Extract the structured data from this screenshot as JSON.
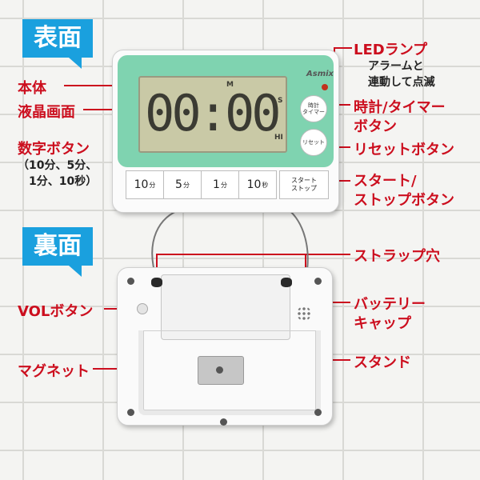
{
  "front": {
    "tag": "表面",
    "brand": "Asmix",
    "lcd": {
      "digits": "00:00",
      "mark_m": "M",
      "mark_s": "S",
      "mark_hi": "HI"
    },
    "buttons": {
      "clock_timer": "時計\nタイマー",
      "reset": "リセット",
      "start_stop": "スタート\nストップ"
    },
    "keys": [
      {
        "num": "10",
        "unit": "分"
      },
      {
        "num": "5",
        "unit": "分"
      },
      {
        "num": "1",
        "unit": "分"
      },
      {
        "num": "10",
        "unit": "秒"
      }
    ],
    "labels": {
      "body": "本体",
      "lcd_screen": "液晶画面",
      "number_buttons": "数字ボタン",
      "number_buttons_sub1": "（10分、5分、",
      "number_buttons_sub2": "1分、10秒）",
      "led_lamp": "LEDランプ",
      "led_sub1": "アラームと",
      "led_sub2": "連動して点滅",
      "clock_timer_btn1": "時計/タイマー",
      "clock_timer_btn2": "ボタン",
      "reset_btn": "リセットボタン",
      "start_stop1": "スタート/",
      "start_stop2": "ストップボタン"
    }
  },
  "back": {
    "tag": "裏面",
    "labels": {
      "strap_hole": "ストラップ穴",
      "vol_button": "VOLボタン",
      "battery_cap1": "バッテリー",
      "battery_cap2": "キャップ",
      "magnet": "マグネット",
      "stand": "スタンド"
    }
  },
  "colors": {
    "tag_blue": "#1aa0de",
    "label_red": "#cc0e1e",
    "face_green": "#7fd3b0",
    "lcd_bg": "#c9c9a6"
  }
}
